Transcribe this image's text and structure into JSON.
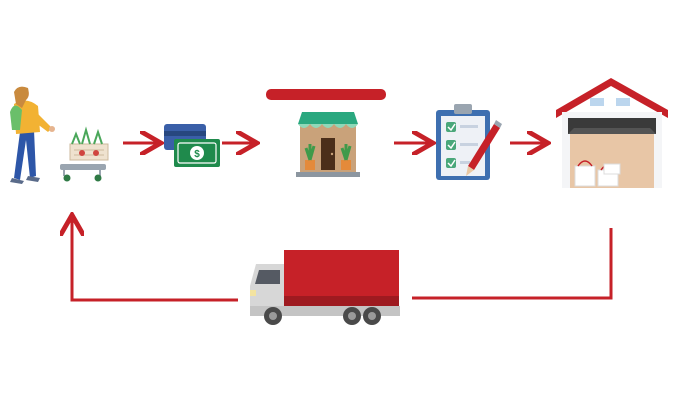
{
  "colors": {
    "accent_red": "#c62128",
    "dark_red": "#9e1a20",
    "cash_green": "#1f8a4c",
    "card_blue": "#3a5fa8",
    "awning_teal": "#2aa87f",
    "shop_tan": "#c9a27a",
    "warehouse_wall": "#e8c6a6",
    "clipboard_blue": "#3e6fb0",
    "check_green": "#4aa77a",
    "truck_gray": "#d7d7d7",
    "wheel_dark": "#4a4a4a"
  },
  "nodes": [
    {
      "id": "shopper",
      "icon": "shopper-cart-icon"
    },
    {
      "id": "payment",
      "icon": "card-and-cash-icon"
    },
    {
      "id": "storefront",
      "icon": "storefront-icon"
    },
    {
      "id": "order",
      "icon": "clipboard-checklist-icon"
    },
    {
      "id": "warehouse",
      "icon": "warehouse-icon"
    },
    {
      "id": "delivery",
      "icon": "delivery-truck-icon"
    }
  ],
  "edges": [
    {
      "from": "shopper",
      "to": "payment"
    },
    {
      "from": "payment",
      "to": "storefront"
    },
    {
      "from": "storefront",
      "to": "order"
    },
    {
      "from": "order",
      "to": "warehouse"
    },
    {
      "from": "warehouse",
      "to": "delivery"
    },
    {
      "from": "delivery",
      "to": "shopper"
    }
  ]
}
